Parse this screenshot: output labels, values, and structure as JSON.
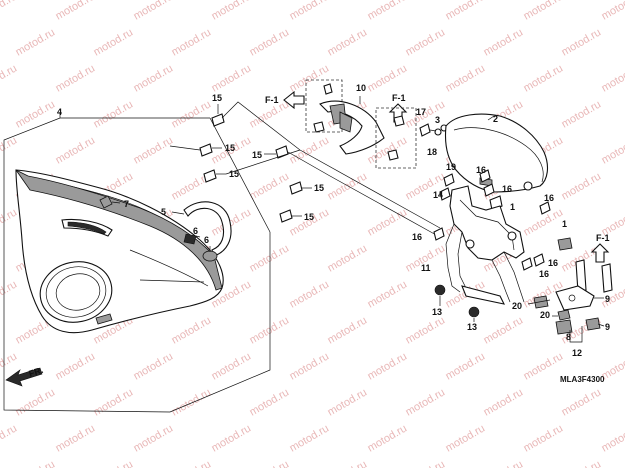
{
  "watermark": "motod.ru",
  "diagram_code": "MLA3F4300",
  "direction_label": "FR.",
  "ref_label": "F-1",
  "callouts": {
    "c4": "4",
    "c7": "7",
    "c5": "5",
    "c6a": "6",
    "c6b": "6",
    "c15a": "15",
    "c15b": "15",
    "c15c": "15",
    "c15d": "15",
    "c15e": "15",
    "c15f": "15",
    "c10": "10",
    "c17": "17",
    "c3": "3",
    "c18": "18",
    "c2": "2",
    "c19": "19",
    "c14": "14",
    "c16a": "16",
    "c16b": "16",
    "c16c": "16",
    "c16d": "16",
    "c16e": "16",
    "c16f": "16",
    "c1a": "1",
    "c1b": "1",
    "c11": "11",
    "c13a": "13",
    "c13b": "13",
    "c20a": "20",
    "c20b": "20",
    "c9a": "9",
    "c9b": "9",
    "c8": "8",
    "c12": "12"
  }
}
